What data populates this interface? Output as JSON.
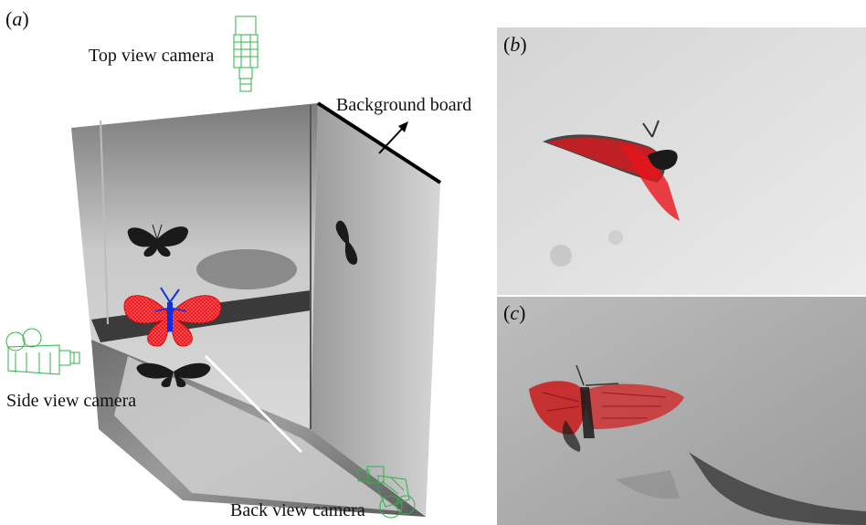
{
  "panels": {
    "a": {
      "letter": "a"
    },
    "b": {
      "letter": "b"
    },
    "c": {
      "letter": "c"
    }
  },
  "labels": {
    "top_camera": "Top view camera",
    "side_camera": "Side view camera",
    "back_camera": "Back view camera",
    "background_board": "Background board"
  },
  "colors": {
    "camera_wireframe": "#2db34a",
    "model_red": "#e8141c",
    "model_blue": "#1030e0",
    "butterfly_dark": "#1a1a1a",
    "arrow": "#000000"
  },
  "icons": [
    "camera-icon",
    "camera-icon",
    "camera-icon",
    "arrow-icon"
  ]
}
